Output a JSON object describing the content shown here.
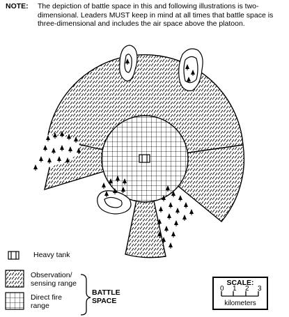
{
  "note": {
    "label": "NOTE:",
    "text": "The depiction of battle space in this and following illustrations is two-dimensional. Leaders MUST keep in mind at all times that battle space is three-dimensional and includes the air space above the platoon."
  },
  "legend": {
    "heavy_tank": "Heavy tank",
    "observation": "Observation/ sensing range",
    "direct_fire": "Direct fire range",
    "group_label": "BATTLE SPACE"
  },
  "scale": {
    "title": "SCALE:",
    "ticks": [
      "0",
      "1",
      "2",
      "3"
    ],
    "unit": "kilometers"
  },
  "colors": {
    "ink": "#000000",
    "paper": "#ffffff"
  },
  "icons": [
    "tank-icon",
    "tree-icon"
  ]
}
